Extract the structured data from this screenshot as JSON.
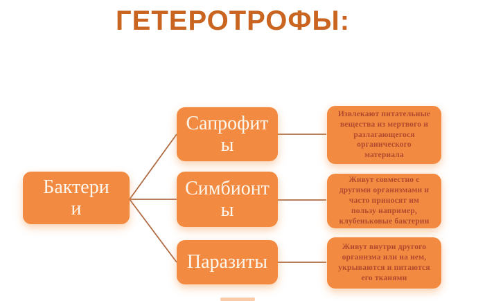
{
  "title": "ГЕТЕРОТРОФЫ:",
  "colors": {
    "title_text": "#c96520",
    "node_fill": "#f28b41",
    "node_label_text": "#fdf6ec",
    "description_text": "#b1492f",
    "connector_line": "#ae6b43",
    "background": "#ffffff"
  },
  "diagram": {
    "root": {
      "label": "Бактери\nи"
    },
    "branches": [
      {
        "label": "Сапрофит\nы",
        "description": "Извлекают питательные\nвещества из мертвого и\nразлагающегося\nорганического\nматериала"
      },
      {
        "label": "Симбионт\nы",
        "description": "Живут совместно с\nдругими организмами и\nчасто приносят им\nпользу  например,\nклубеньковые бактерии"
      },
      {
        "label": "Паразиты",
        "description": "Живут внутри другого\nорганизма  или на нем,\nукрываются и питаются\nего тканями"
      }
    ]
  }
}
